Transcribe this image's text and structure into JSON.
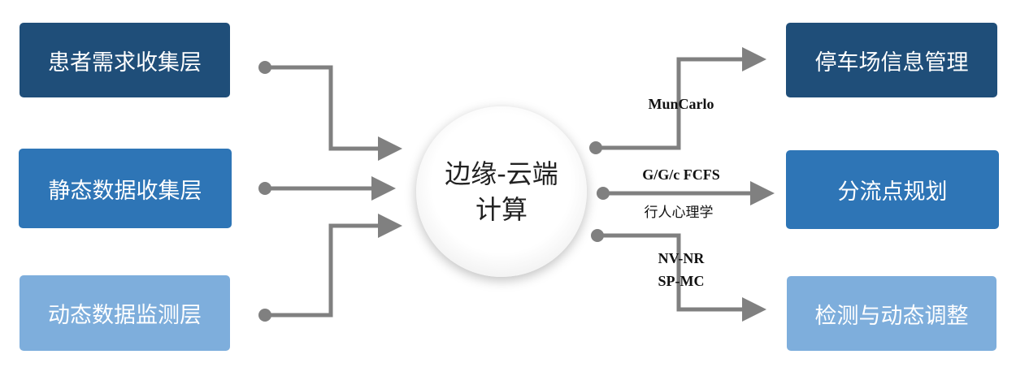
{
  "inputs": [
    {
      "label": "患者需求收集层"
    },
    {
      "label": "静态数据收集层"
    },
    {
      "label": "动态数据监测层"
    }
  ],
  "center": {
    "line1": "边缘-云端",
    "line2": "计算"
  },
  "outputs": [
    {
      "label": "停车场信息管理"
    },
    {
      "label": "分流点规划"
    },
    {
      "label": "检测与动态调整"
    }
  ],
  "methods": {
    "top": "MunCarlo",
    "mid_above": "G/G/c FCFS",
    "mid_below": "行人心理学",
    "bottom_1": "NV-NR",
    "bottom_2": "SP-MC"
  },
  "colors": {
    "dark": "#1f4e79",
    "mid": "#2e75b6",
    "light": "#7eaedc",
    "connector": "#808080"
  }
}
